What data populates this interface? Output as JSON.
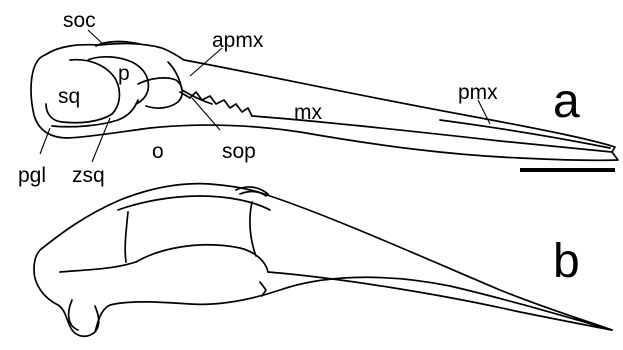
{
  "figure": {
    "panels": [
      "a",
      "b"
    ],
    "labels": {
      "soc": "soc",
      "apmx": "apmx",
      "p": "p",
      "sq": "sq",
      "mx": "mx",
      "pmx": "pmx",
      "sop": "sop",
      "o": "o",
      "pgl": "pgl",
      "zsq": "zsq"
    },
    "scale_bar": true
  }
}
